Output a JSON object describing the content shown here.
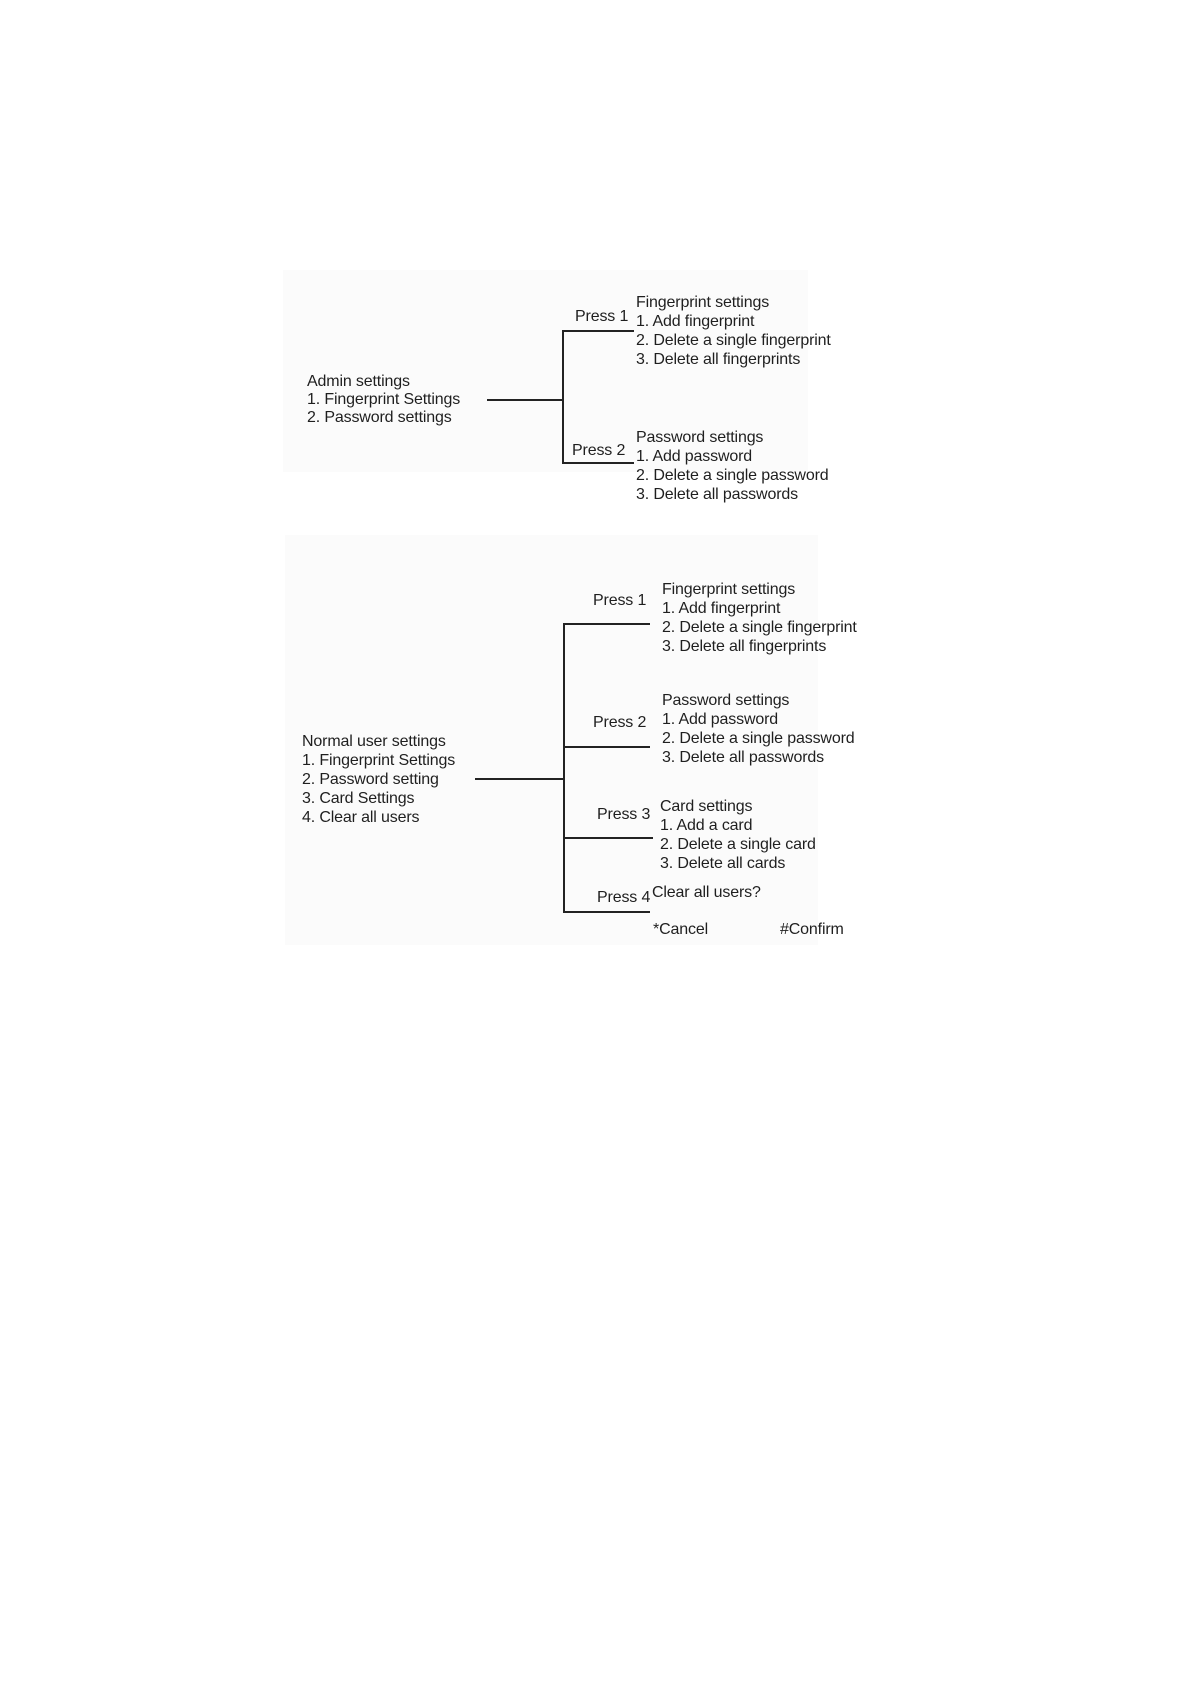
{
  "page": {
    "background_color": "#ffffff",
    "panel_color": "#fbfbfb",
    "line_color": "#232323",
    "text_color": "#1f1f1f"
  },
  "admin_diagram": {
    "root": {
      "title": "Admin settings",
      "items": [
        "1. Fingerprint Settings",
        "2. Password settings"
      ]
    },
    "branches": [
      {
        "press_label": "Press 1",
        "title": "Fingerprint settings",
        "items": [
          "1. Add fingerprint",
          "2. Delete a single fingerprint",
          "3. Delete all fingerprints"
        ]
      },
      {
        "press_label": "Press 2",
        "title": "Password settings",
        "items": [
          "1. Add password",
          "2. Delete a single password",
          "3. Delete all passwords"
        ]
      }
    ]
  },
  "normal_user_diagram": {
    "root": {
      "title": "Normal user settings",
      "items": [
        "1. Fingerprint Settings",
        "2. Password setting",
        "3. Card Settings",
        "4. Clear all users"
      ]
    },
    "branches": [
      {
        "press_label": "Press 1",
        "title": "Fingerprint settings",
        "items": [
          "1. Add fingerprint",
          "2. Delete a single fingerprint",
          "3. Delete all fingerprints"
        ]
      },
      {
        "press_label": "Press 2",
        "title": "Password settings",
        "items": [
          "1. Add password",
          "2. Delete a single password",
          "3. Delete all passwords"
        ]
      },
      {
        "press_label": "Press 3",
        "title": "Card settings",
        "items": [
          "1. Add a card",
          "2. Delete a single card",
          "3. Delete all cards"
        ]
      },
      {
        "press_label": "Press 4",
        "title": "Clear all users?",
        "items": []
      }
    ],
    "footer": {
      "cancel": "*Cancel",
      "confirm": "#Confirm"
    }
  }
}
